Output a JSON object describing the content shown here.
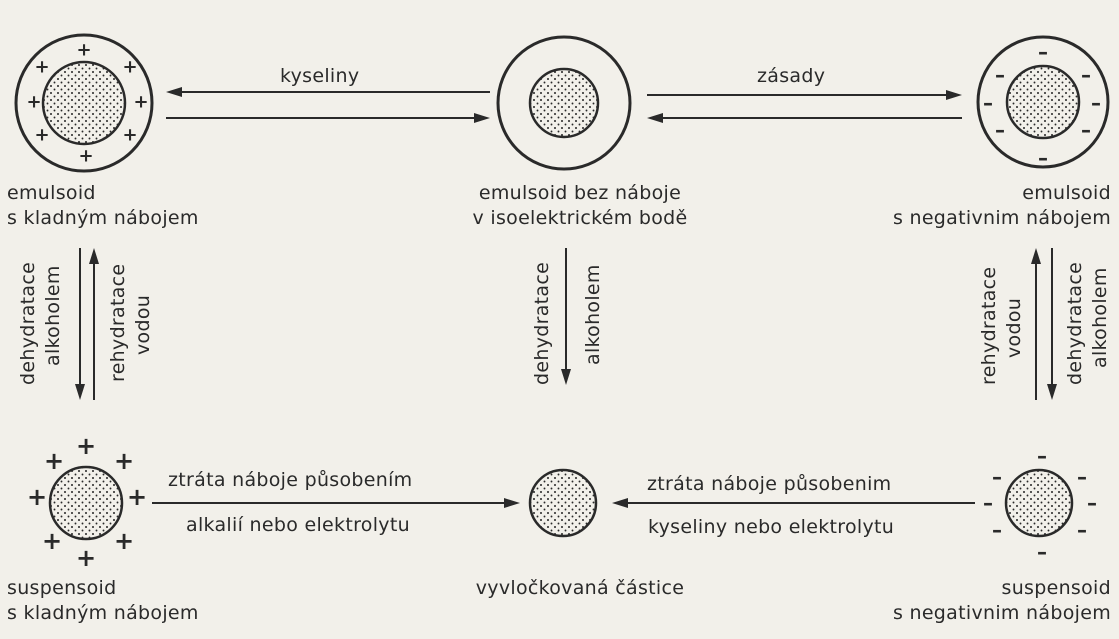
{
  "colors": {
    "background": "#f2f0ea",
    "ink": "#2a2a2a"
  },
  "nodes": {
    "emulsoid_positive": {
      "line1": "emulsoid",
      "line2": "s kladným nábojem",
      "charge_symbol": "+"
    },
    "emulsoid_neutral": {
      "line1": "emulsoid bez náboje",
      "line2": "v isoelektrickém bodě"
    },
    "emulsoid_negative": {
      "line1": "emulsoid",
      "line2": "s negativnim nábojem",
      "charge_symbol": "–"
    },
    "suspensoid_positive": {
      "line1": "suspensoid",
      "line2": "s kladným nábojem",
      "charge_symbol": "+"
    },
    "flocculated": {
      "line1": "vyvločkovaná částice"
    },
    "suspensoid_negative": {
      "line1": "suspensoid",
      "line2": "s negativnim nábojem",
      "charge_symbol": "–"
    }
  },
  "edges": {
    "acids": "kyseliny",
    "bases": "zásady",
    "left_down_1": "dehydratace",
    "left_down_2": "alkoholem",
    "left_up_1": "rehydratace",
    "left_up_2": "vodou",
    "mid_down_1": "dehydratace",
    "mid_down_2": "alkoholem",
    "right_up_1": "rehydratace",
    "right_up_2": "vodou",
    "right_down_1": "dehydratace",
    "right_down_2": "alkoholem",
    "bottom_left_1": "ztráta náboje působením",
    "bottom_left_2": "alkalií nebo elektrolytu",
    "bottom_right_1": "ztráta náboje působenim",
    "bottom_right_2": "kyseliny nebo elektrolytu"
  }
}
